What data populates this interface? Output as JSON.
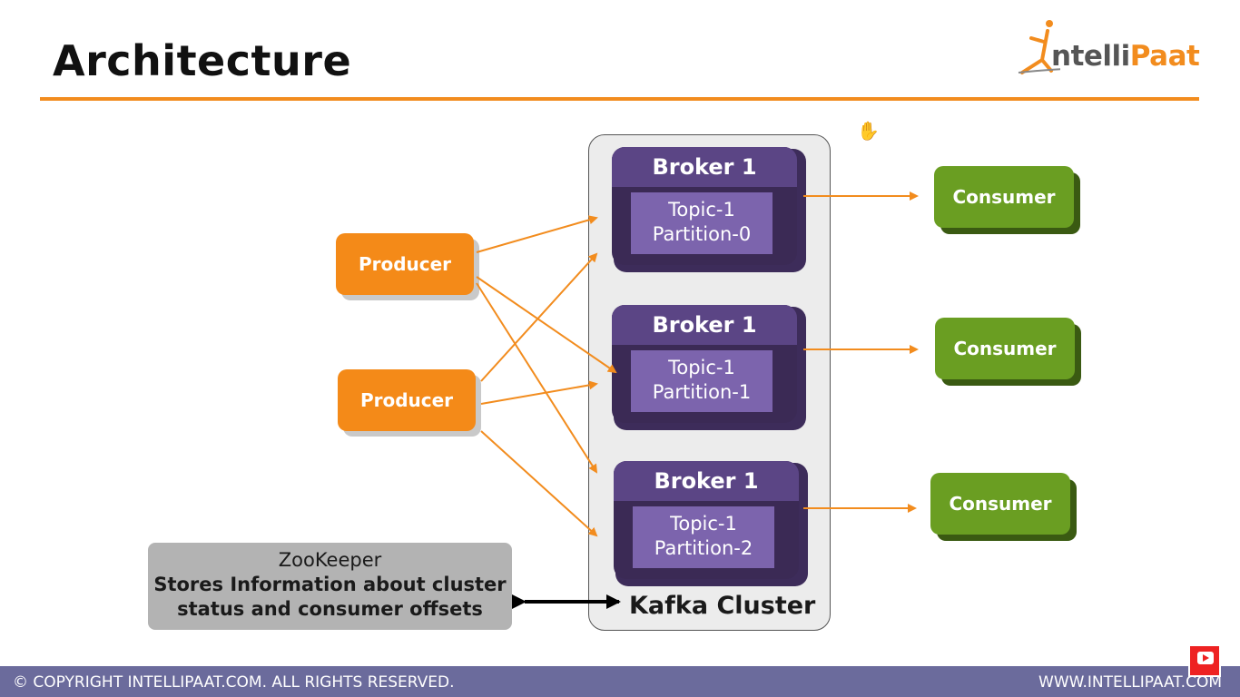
{
  "header": {
    "title": "Architecture"
  },
  "logo": {
    "text_prefix": "ntelli",
    "text_accent": "Paat",
    "accent_color": "#f28c1e"
  },
  "producers": [
    {
      "label": "Producer"
    },
    {
      "label": "Producer"
    }
  ],
  "brokers": [
    {
      "label": "Broker 1",
      "topic": "Topic-1",
      "partition": "Partition-0"
    },
    {
      "label": "Broker 1",
      "topic": "Topic-1",
      "partition": "Partition-1"
    },
    {
      "label": "Broker 1",
      "topic": "Topic-1",
      "partition": "Partition-2"
    }
  ],
  "consumers": [
    {
      "label": "Consumer"
    },
    {
      "label": "Consumer"
    },
    {
      "label": "Consumer"
    }
  ],
  "cluster": {
    "label": "Kafka Cluster"
  },
  "zookeeper": {
    "title": "ZooKeeper",
    "line1": "Stores Information about cluster",
    "line2": "status and consumer offsets"
  },
  "footer": {
    "copyright": "© COPYRIGHT  INTELLIPAAT.COM. ALL RIGHTS RESERVED.",
    "website": "WWW.INTELLIPAAT.COM"
  },
  "colors": {
    "orange": "#f28c1e",
    "producer": "#f48a18",
    "consumer": "#6a9e22",
    "broker": "#3b2a55",
    "topic": "#7c64ad",
    "footer": "#6b6b9c"
  }
}
